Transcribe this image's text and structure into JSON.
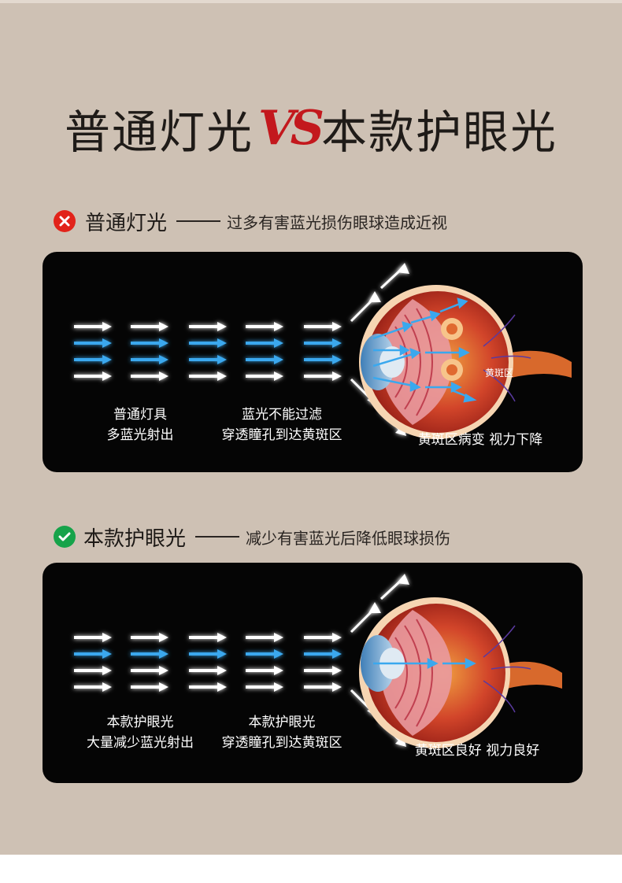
{
  "title": {
    "left": "普通灯光",
    "vs": "VS",
    "right": "本款护眼光"
  },
  "section_bad": {
    "icon": "x-circle-icon",
    "icon_color": "#e2231a",
    "label": "普通灯光",
    "description": "过多有害蓝光损伤眼球造成近视",
    "caption_source_line1": "普通灯具",
    "caption_source_line2": "多蓝光射出",
    "caption_mid_line1": "蓝光不能过滤",
    "caption_mid_line2": "穿透瞳孔到达黄斑区",
    "macula_label": "黄斑区",
    "result": "黄斑区病变  视力下降"
  },
  "section_good": {
    "icon": "check-circle-icon",
    "icon_color": "#16a34a",
    "label": "本款护眼光",
    "description": "减少有害蓝光后降低眼球损伤",
    "caption_source_line1": "本款护眼光",
    "caption_source_line2": "大量减少蓝光射出",
    "caption_mid_line1": "本款护眼光",
    "caption_mid_line2": "穿透瞳孔到达黄斑区",
    "result": "黄斑区良好  视力良好"
  },
  "colors": {
    "background": "#cec1b4",
    "panel": "#050505",
    "blue_light": "#3aa8ee",
    "vs_red": "#c3181d"
  }
}
